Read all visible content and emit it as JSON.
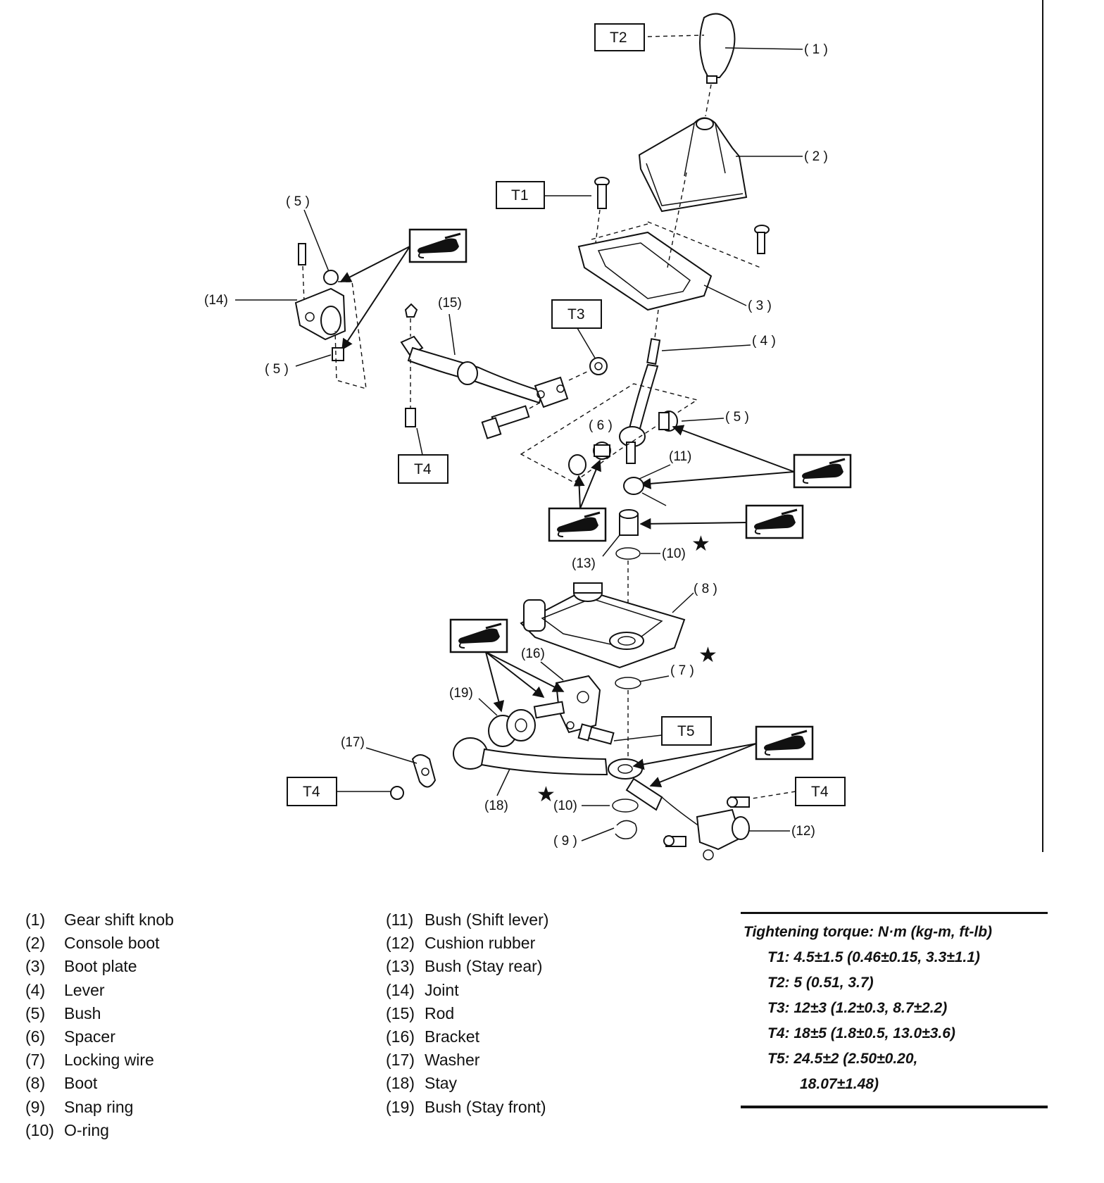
{
  "torque_labels": {
    "t1": "T1",
    "t2": "T2",
    "t3": "T3",
    "t4a": "T4",
    "t4b": "T4",
    "t4c": "T4",
    "t5": "T5"
  },
  "callouts": {
    "c1": "( 1 )",
    "c2": "( 2 )",
    "c3": "( 3 )",
    "c4": "( 4 )",
    "c5a": "( 5 )",
    "c5b": "( 5 )",
    "c5c": "( 5 )",
    "c6": "( 6 )",
    "c7": "( 7 )",
    "c8": "( 8 )",
    "c9": "( 9 )",
    "c10a": "(10)",
    "c10b": "(10)",
    "c11": "(11)",
    "c12": "(12)",
    "c13": "(13)",
    "c14": "(14)",
    "c15": "(15)",
    "c16": "(16)",
    "c17": "(17)",
    "c18": "(18)",
    "c19": "(19)"
  },
  "icons": {
    "grease": "grease-gun-icon",
    "star": "star-icon"
  },
  "legend": {
    "left": [
      {
        "num": "(1)",
        "name": "Gear shift knob"
      },
      {
        "num": "(2)",
        "name": "Console boot"
      },
      {
        "num": "(3)",
        "name": "Boot plate"
      },
      {
        "num": "(4)",
        "name": "Lever"
      },
      {
        "num": "(5)",
        "name": "Bush"
      },
      {
        "num": "(6)",
        "name": "Spacer"
      },
      {
        "num": "(7)",
        "name": "Locking wire"
      },
      {
        "num": "(8)",
        "name": "Boot"
      },
      {
        "num": "(9)",
        "name": "Snap ring"
      },
      {
        "num": "(10)",
        "name": "O-ring"
      }
    ],
    "middle": [
      {
        "num": "(11)",
        "name": "Bush (Shift lever)"
      },
      {
        "num": "(12)",
        "name": "Cushion rubber"
      },
      {
        "num": "(13)",
        "name": "Bush (Stay rear)"
      },
      {
        "num": "(14)",
        "name": "Joint"
      },
      {
        "num": "(15)",
        "name": "Rod"
      },
      {
        "num": "(16)",
        "name": "Bracket"
      },
      {
        "num": "(17)",
        "name": "Washer"
      },
      {
        "num": "(18)",
        "name": "Stay"
      },
      {
        "num": "(19)",
        "name": "Bush (Stay front)"
      }
    ]
  },
  "torque": {
    "title": "Tightening torque: N·m (kg-m, ft-lb)",
    "rows": [
      "T1: 4.5±1.5 (0.46±0.15, 3.3±1.1)",
      "T2: 5 (0.51, 3.7)",
      "T3: 12±3 (1.2±0.3, 8.7±2.2)",
      "T4: 18±5 (1.8±0.5, 13.0±3.6)",
      "T5: 24.5±2 (2.50±0.20,"
    ],
    "continuation": "18.07±1.48)"
  }
}
